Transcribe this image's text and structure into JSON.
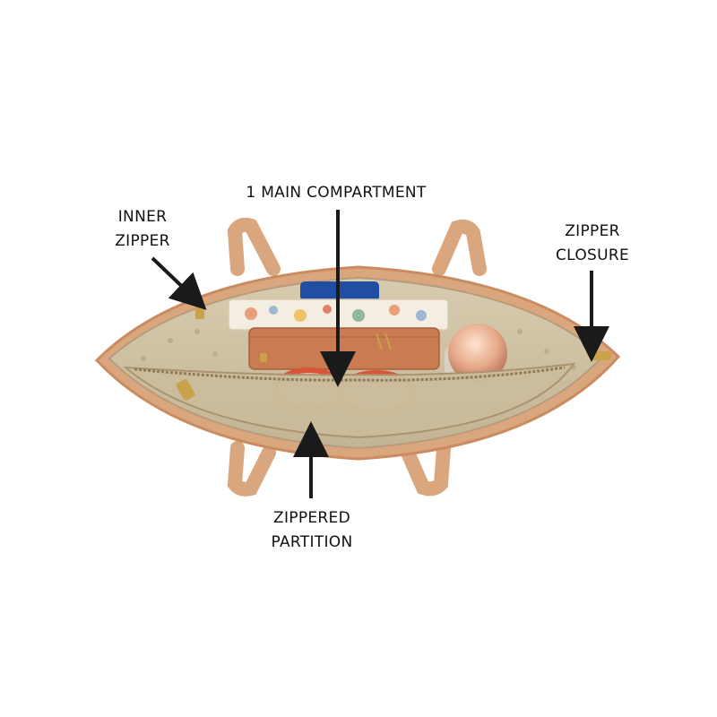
{
  "callouts": {
    "main_compartment": "1 MAIN COMPARTMENT",
    "inner_zipper": [
      "INNER",
      "ZIPPER"
    ],
    "zipper_closure": [
      "ZIPPER",
      "CLOSURE"
    ],
    "zippered_partition": [
      "ZIPPERED",
      "PARTITION"
    ]
  },
  "colors": {
    "bag_leather": "#d9a67e",
    "bag_trim": "#c98b5f",
    "lining": "#cfc3a6",
    "hardware_gold": "#c9a24a",
    "arrow": "#1a1a1a",
    "phone_blue": "#1f4ea3",
    "wallet": "#c97b52",
    "sunglasses": "#d9553a",
    "bottle": "#e8b89a"
  }
}
